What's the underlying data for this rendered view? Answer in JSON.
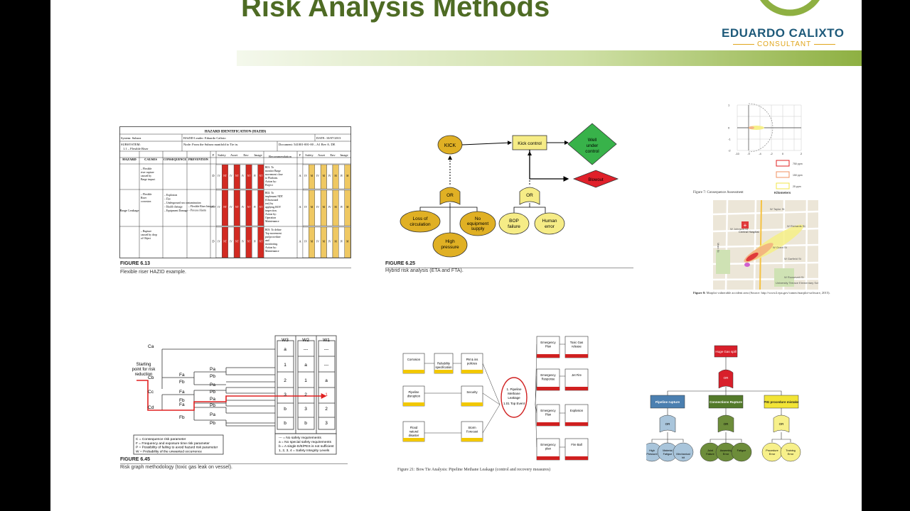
{
  "slide": {
    "title": "Risk Analysis Methods",
    "logo": {
      "name": "EDUARDO CALIXTO",
      "subtitle": "CONSULTANT"
    },
    "colors": {
      "title": "#4e6b24",
      "accent_bar": "#8eb042",
      "logo_name": "#1e5a7a",
      "logo_sub": "#e0a51a"
    }
  },
  "fig_hazid": {
    "number": "FIGURE 6.13",
    "caption": "Flexible riser HAZID example.",
    "table_title": "HAZARD IDENTIFICATION (HAZID)",
    "system": "System: Subsea",
    "leader": "HAZID Leader: Eduardo Calixto",
    "date": "DATE: 10/07/2013",
    "subsystem": "SUBSYSTEM:",
    "subsystem_item": "1.1 – Flexible Riser",
    "node": "Node: From the Subsea manifold to Tie in.",
    "document": "Document: 541001-001-00 – A1 Rev A. DE",
    "headers": {
      "hazard": "HAZARD",
      "causes": "CAUSES",
      "consequence": "CONSEQUENCE",
      "prevention": "PREVENTION",
      "f": "F",
      "safety": "Safety",
      "asset": "Asset",
      "env": "Env",
      "image": "Image",
      "recommendation": "Recommendation",
      "s": "S",
      "r": "R"
    },
    "hazard": "Barge Leakage",
    "causes": [
      "– Flexible riser rupture caused by Barge impact",
      "– Flexible Riser corrosion",
      "– Rupture caused by drop of Object"
    ],
    "consequence": "– Explosion\n– Fire\n– Underground sea contamination\n– Health damage\n– Equipment Damage",
    "prevention": "– Flexible Riser Integrity\n– Process Alarm",
    "rows": [
      {
        "f": "D",
        "cells": [
          "IV",
          "NT",
          "IV",
          "NT",
          "IV",
          "NT",
          "IV",
          "NT"
        ],
        "rec": "R01: To monitor Barge movement close to Platform. Action by: Project",
        "f2": "A",
        "cells2": [
          "IV",
          "M",
          "IV",
          "M",
          "IV",
          "M",
          "IV",
          "M"
        ]
      },
      {
        "f": "C",
        "cells": [
          "IV",
          "NT",
          "IV",
          "NT",
          "IV",
          "NT",
          "IV",
          "NT"
        ],
        "rec": "R02: To implement NDT (Ultrasound test) by applying ROV inspection. Action by: Operation Maintenance",
        "f2": "A",
        "cells2": [
          "IV",
          "M",
          "IV",
          "M",
          "IV",
          "M",
          "IV",
          "M"
        ]
      },
      {
        "f": "D",
        "cells": [
          "IV",
          "NT",
          "IV",
          "NT",
          "IV",
          "NT",
          "IV",
          "NT"
        ],
        "rec": "R03: To define Top movement pad procedure and monitoring. Action by: Maintenance",
        "f2": "A",
        "cells2": [
          "IV",
          "M",
          "IV",
          "M",
          "IV",
          "M",
          "IV",
          "M"
        ]
      }
    ]
  },
  "fig_hybrid": {
    "number": "FIGURE 6.25",
    "caption": "Hybrid risk analysis (ETA and FTA).",
    "nodes": {
      "kick": "KICK",
      "kick_control": "Kick control",
      "well_under_control": "Well under control",
      "blowout": "Blowout",
      "or_left": "OR",
      "or_right": "OR",
      "loss_circulation": "Loss of circulation",
      "no_equipment": "No equipment supply",
      "high_pressure": "High pressure",
      "bop_failure": "BOP failure",
      "human_error": "Human error"
    }
  },
  "fig_consequence": {
    "caption": "Figure 7: Consequence Assessment",
    "kilometers": "Kilometers",
    "legend": [
      "750 ppm",
      "150 ppm",
      "25 ppm"
    ],
    "y_ticks": [
      "1",
      "0",
      "-1",
      "-2"
    ],
    "x_ticks": [
      "-10",
      "-9",
      "-4",
      "-2",
      "0",
      "2"
    ],
    "map_caption_bold": "Figure 8:",
    "map_caption": "Marplot vulnerable accident area (Source: http://www2.epa.gov/cameo/marplot-software, 2015).",
    "map_labels": [
      "Central Hospital",
      "W Taylor St",
      "W Richards St",
      "W Johnson St",
      "W Grant St",
      "W Garfield St",
      "W Roosevelt St",
      "University Terrace Elementary School",
      "Main St"
    ]
  },
  "fig_riskgraph": {
    "number": "FIGURE 6.45",
    "caption": "Risk graph methodology (toxic gas leak on vessel).",
    "start_label": "Starting point for risk reduction",
    "c_labels": [
      "Ca",
      "Cb",
      "Cc",
      "Cd"
    ],
    "f_labels": [
      "Fa",
      "Fb",
      "Fa",
      "Fb",
      "Fa",
      "Fb"
    ],
    "p_labels": [
      "Pa",
      "Pb",
      "Pa",
      "Pb",
      "Pa",
      "Pb",
      "Pa",
      "Pb"
    ],
    "w_headers": [
      "W3",
      "W2",
      "W1"
    ],
    "w_rows": [
      [
        "a",
        "---",
        "---"
      ],
      [
        "1",
        "a",
        "---"
      ],
      [
        "2",
        "1",
        "a"
      ],
      [
        "3",
        "2",
        "1"
      ],
      [
        "b",
        "3",
        "2"
      ],
      [
        "b",
        "b",
        "3"
      ]
    ],
    "legend_left": [
      "C = Consequence risk parameter",
      "F = Frequency and exposure time risk parameter",
      "P = Possibility of failing to avoid hazard risk parameter",
      "W = Probability of the unwanted occurrence"
    ],
    "legend_right": [
      "--- = No safety requirements",
      "a = No special safety requirements",
      "b = A single E/E/PES is not sufficient",
      "1, 2, 3, 4 = Safety Integrity Levels"
    ]
  },
  "fig_bowtie": {
    "caption": "Figure 21: Bow Tie Analysis: Pipeline Methane Leakage (control and recovery measures)",
    "threats": [
      "Corrosion",
      "Pipeline disruption",
      "Flood natural disaster"
    ],
    "barriers": [
      "Reliability specification",
      "PM & ins policies",
      "Security",
      "Storm Forecast"
    ],
    "top_event": "1. Pipeline Methane Leakage",
    "top_event_sub": "1.01 Top Event",
    "recovery": [
      "Emergency Plan",
      "Emergency Response",
      "Emergency Plan",
      "Emergency plan"
    ],
    "consequences": [
      "Toxic Gas release",
      "Jet Fire",
      "Explosion",
      "Fire Ball"
    ]
  },
  "fig_faulttree": {
    "top": "Huge Gas spill",
    "or_top": "OR",
    "branches": [
      "Pipeline rupture",
      "Connections Rupture",
      "PIG procedure mistake"
    ],
    "or_labels": [
      "OR",
      "OR",
      "OR"
    ],
    "leaves_left": [
      "High Pressure",
      "Material Fatigue",
      "Mechanical hit"
    ],
    "leaves_mid": [
      "Joint Failure",
      "Assembly Error",
      "Fatigue"
    ],
    "leaves_right": [
      "Procedure Error",
      "Training Error"
    ]
  }
}
